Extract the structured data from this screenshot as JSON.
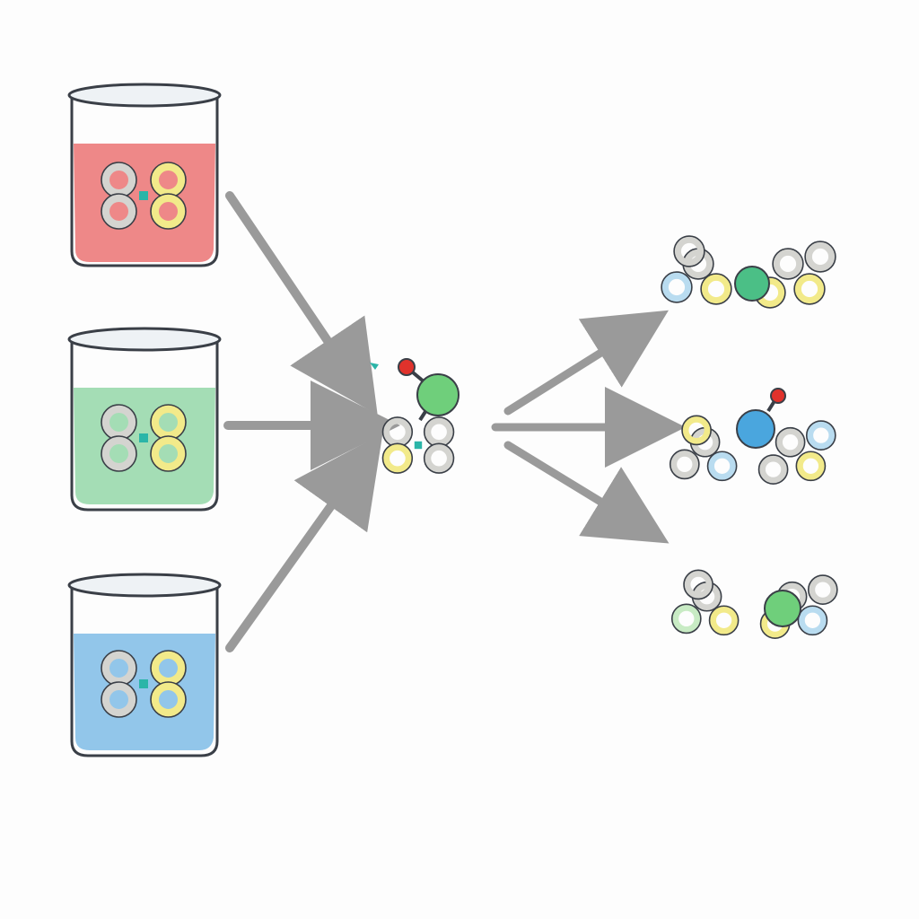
{
  "colors": {
    "background": "#fdfdfd",
    "arrow": "#9a9a9a",
    "outline": "#3a3f47",
    "ring_gray": "#d4d4d0",
    "ring_yellow": "#f2ea8a",
    "ring_blue": "#b9dcf0",
    "ring_green": "#c8ebc4",
    "liquid_red": "#ec7b7b",
    "liquid_green": "#9ad9ad",
    "liquid_blue": "#86c0e8",
    "atom_green": "#6fcf7b",
    "atom_blue": "#4aa6de",
    "atom_red": "#e0322c",
    "atom_teal": "#2bb5a8",
    "glass": "#eef2f5"
  },
  "beakers": [
    {
      "name": "beaker-red",
      "liquid": "liquid_red"
    },
    {
      "name": "beaker-green",
      "liquid": "liquid_green"
    },
    {
      "name": "beaker-blue",
      "liquid": "liquid_blue"
    }
  ],
  "intermediate": {
    "center_atom": "atom_green",
    "substituent": "atom_red"
  },
  "products": [
    {
      "name": "product-1",
      "center_atom": "atom_green",
      "accents": [
        "ring_blue",
        "ring_yellow"
      ]
    },
    {
      "name": "product-2",
      "center_atom": "atom_blue",
      "substituent": "atom_red",
      "accents": [
        "ring_yellow",
        "ring_blue"
      ]
    },
    {
      "name": "product-3",
      "center_atom": "atom_green",
      "accents": [
        "ring_yellow",
        "ring_green"
      ]
    }
  ]
}
